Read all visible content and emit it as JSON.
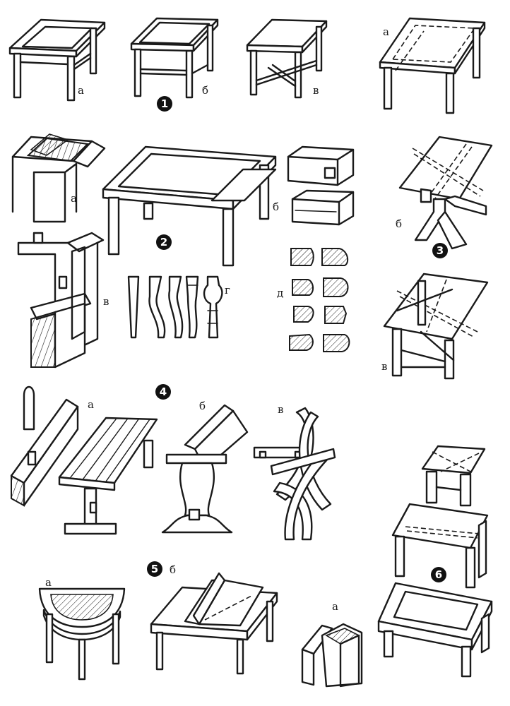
{
  "figures": [
    {
      "id": "1",
      "items": [
        {
          "label": "а"
        },
        {
          "label": "б"
        },
        {
          "label": "в"
        },
        {
          "label": "а"
        }
      ]
    },
    {
      "id": "2",
      "items": [
        {
          "label": "а"
        },
        {
          "label": "б"
        },
        {
          "label": "в"
        },
        {
          "label": "г"
        },
        {
          "label": "д"
        }
      ]
    },
    {
      "id": "3",
      "items": [
        {
          "label": "б"
        },
        {
          "label": "в"
        }
      ]
    },
    {
      "id": "4",
      "items": [
        {
          "label": "а"
        },
        {
          "label": "б"
        },
        {
          "label": "в"
        }
      ]
    },
    {
      "id": "5",
      "items": [
        {
          "label": "а"
        },
        {
          "label": "б"
        },
        {
          "label": "а"
        }
      ]
    },
    {
      "id": "6",
      "items": []
    }
  ],
  "colors": {
    "ink": "#1a1a1a",
    "paper": "#ffffff",
    "badge": "#111111"
  }
}
